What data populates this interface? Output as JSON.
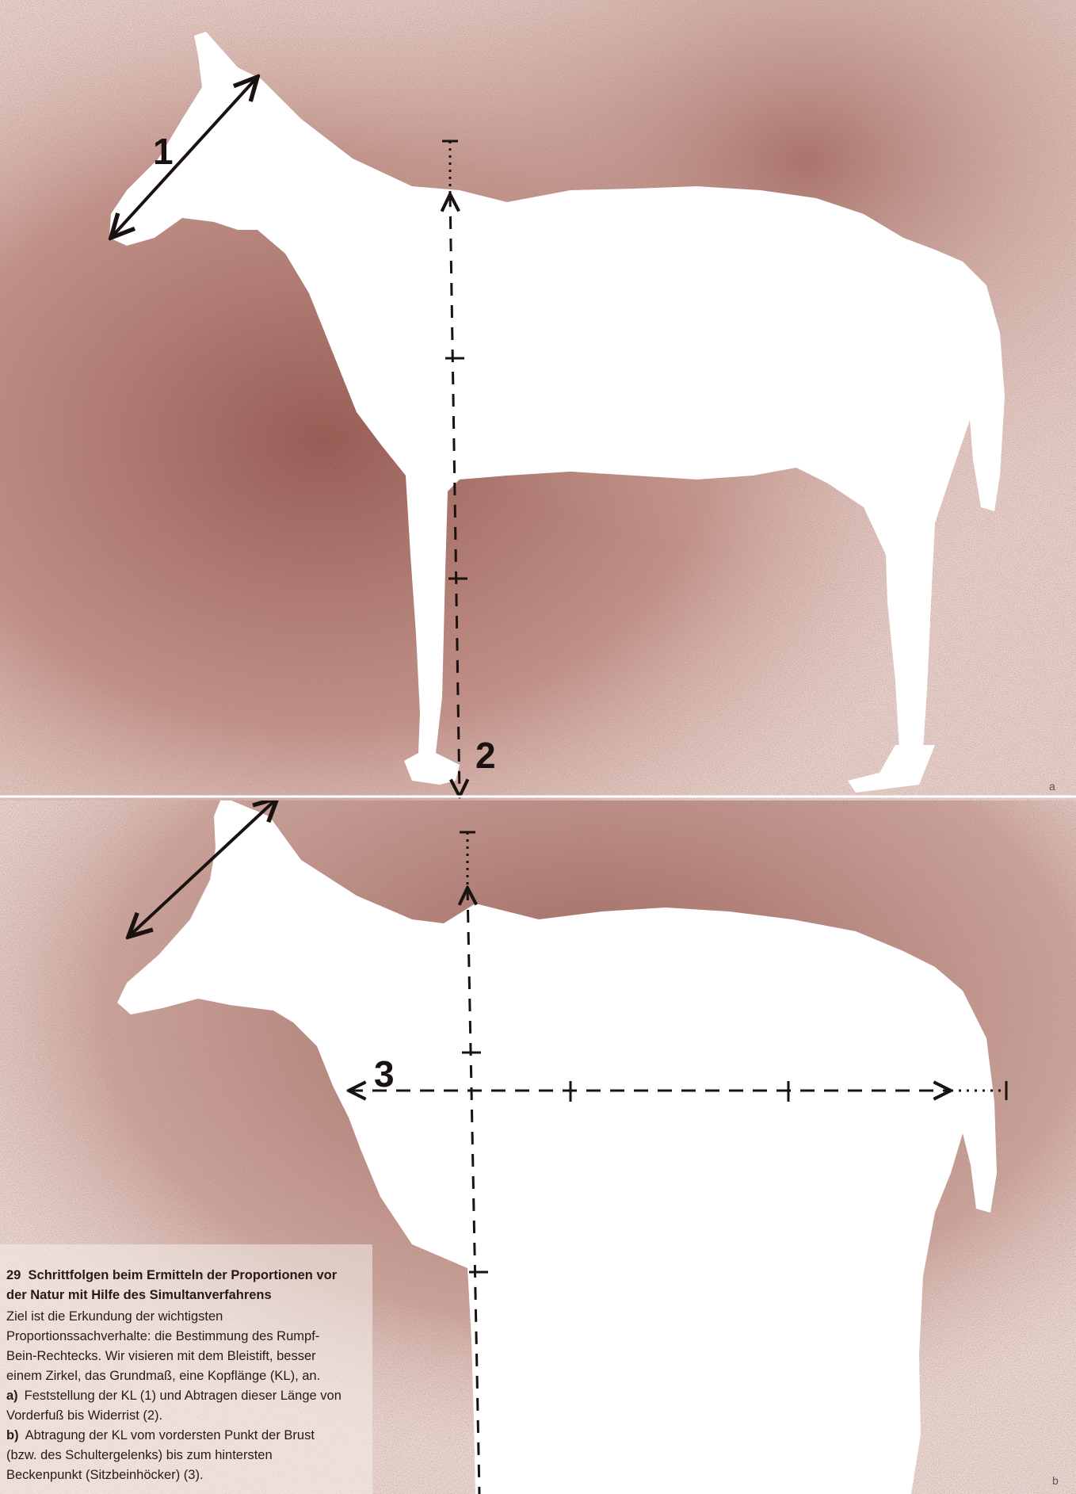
{
  "figure": {
    "palette": {
      "spray": "#9b5c52",
      "spray_light": "#d9b8b0",
      "silhouette": "#ffffff",
      "ink": "#1a1210"
    },
    "panel_a": {
      "label_head": "1",
      "label_height": "2",
      "panel_mark": "a"
    },
    "panel_b": {
      "label_body": "3",
      "panel_mark": "b"
    }
  },
  "caption": {
    "number": "29",
    "title": "Schrittfolgen beim Ermitteln der Proportionen vor der Natur mit Hilfe des Simultanverfahrens",
    "intro": "Ziel ist die Erkundung der wichtigsten Proportionssachverhalte: die Bestimmung des Rumpf-Bein-Rechtecks. Wir visieren mit dem Bleistift, besser einem Zirkel, das Grundmaß, eine Kopflänge (KL), an.",
    "items": [
      {
        "letter": "a)",
        "text": "Feststellung der KL (1) und Abtragen dieser Länge von Vorderfuß bis Widerrist (2)."
      },
      {
        "letter": "b)",
        "text": "Abtragung der KL vom vordersten Punkt der Brust (bzw. des Schultergelenks) bis zum hintersten Beckenpunkt (Sitzbeinhöcker) (3)."
      }
    ]
  }
}
